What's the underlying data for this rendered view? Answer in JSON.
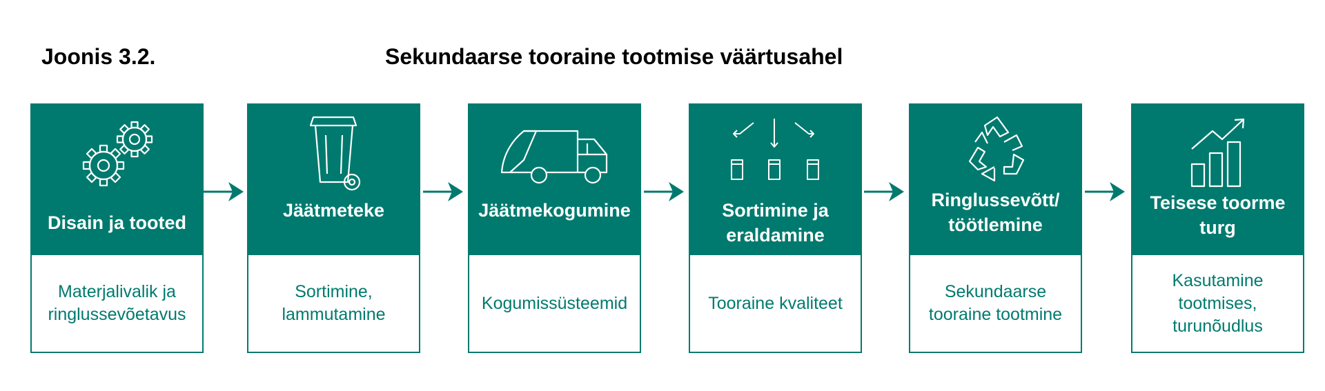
{
  "figure": {
    "label": "Joonis 3.2.",
    "title": "Sekundaarse tooraine tootmise väärtusahel"
  },
  "stages": [
    {
      "icon": "gears-icon",
      "title": "Disain ja tooted",
      "description": "Materjalivalik ja ringlussevõetavus"
    },
    {
      "icon": "wheelie-bin-icon",
      "title": "Jäätmeteke",
      "description": "Sortimine, lammutamine"
    },
    {
      "icon": "garbage-truck-icon",
      "title": "Jäätmekogumine",
      "description": "Kogumissüsteemid"
    },
    {
      "icon": "sorting-bins-icon",
      "title": "Sortimine ja eraldamine",
      "description": "Tooraine kvaliteet"
    },
    {
      "icon": "recycle-icon",
      "title": "Ringlussevõtt/ töötlemine",
      "description": "Sekundaarse tooraine tootmine"
    },
    {
      "icon": "growth-chart-icon",
      "title": "Teisese toorme turg",
      "description": "Kasutamine tootmises, turunõudlus"
    }
  ],
  "colors": {
    "accent": "#007A6E",
    "text": "#000000",
    "background": "#FFFFFF"
  }
}
